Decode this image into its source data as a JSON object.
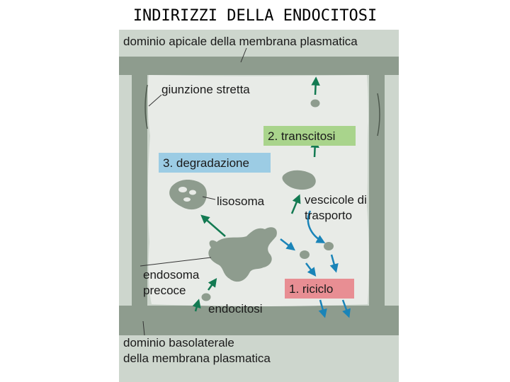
{
  "title": "INDIRIZZI DELLA ENDOCITOSI",
  "figure": {
    "colors": {
      "background": "#cdd6cd",
      "membrane": "#8e9c8e",
      "interior": "#e8ebe7",
      "green_arrow": "#137a52",
      "blue_arrow": "#1a84b8",
      "transcitosi_box": "#a9d48c",
      "degradazione_box": "#9ccce4",
      "riciclo_box": "#e88e93"
    },
    "labels": {
      "apical_domain": "dominio apicale della membrana plasmatica",
      "tight_junction": "giunzione stretta",
      "transcytosis": "2. transcitosi",
      "degradation": "3. degradazione",
      "lysosome": "lisosoma",
      "transport_vesicles_1": "vescicole di",
      "transport_vesicles_2": "trasporto",
      "early_endosome_1": "endosoma",
      "early_endosome_2": "precoce",
      "recycling": "1. riciclo",
      "endocytosis": "endocitosi",
      "basolateral_1": "dominio basolaterale",
      "basolateral_2": "della membrana plasmatica"
    }
  }
}
